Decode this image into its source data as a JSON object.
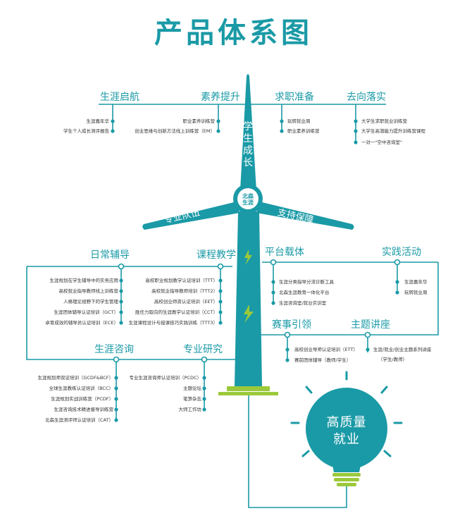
{
  "title": "产品体系图",
  "colors": {
    "teal": "#1a9aa6",
    "lime": "#9cc93b",
    "text": "#333333"
  },
  "icons": [
    "lightning-icon",
    "lightning-icon"
  ],
  "tower_text": [
    "学",
    "生",
    "成",
    "长"
  ],
  "hub_text": [
    "北森",
    "生涯"
  ],
  "blades": {
    "left": "专业队伍",
    "right": "支持保障"
  },
  "bulb": {
    "line1": "高质量",
    "line2": "就业"
  },
  "top": {
    "cat1": {
      "title": "生涯启航",
      "items": [
        "生涯嘉年华",
        "学生个人成长测评报告"
      ]
    },
    "cat2": {
      "title": "素养提升",
      "items": [
        "职业素养训练营",
        "创业思维与创新方法线上训练营（EM）"
      ]
    },
    "cat3": {
      "title": "求职准备",
      "items": [
        "玩转就业周",
        "职业素养训练营"
      ]
    },
    "cat4": {
      "title": "去向落实",
      "items": [
        "大学生求职就业训练营",
        "大学生高潜能力提升训练营课程",
        "一对一\"空中咨询室\""
      ]
    }
  },
  "left": {
    "daily": {
      "title": "日常辅导",
      "items": [
        "生涯规划在学生辅导中的实务应用",
        "高校就业指导教师线上训练营",
        "人格理论视野下的学生管理",
        "生涯团体辅导认证培训（GCT）",
        "卓育成效的辅导员认证培训（ECE）"
      ]
    },
    "course": {
      "title": "课程教学",
      "items": [
        "高校职业规划教学认证培训（TTT）",
        "高校就业指导教师培训（TTT2）",
        "高校创业师资认证培训（EET）",
        "胜任力取向的生涯教学认证培训（CCT）",
        "生涯课程设计与授课技巧实践训练（TTT3）"
      ]
    },
    "consult": {
      "title": "生涯咨询",
      "items": [
        "生涯规划师双证培训（GCDF&BCF）",
        "全球生涯教练认证培训（BCC）",
        "生涯规划实战训练营（PCDF）",
        "生涯咨询技术精进督导训练营",
        "北森生涯测评师认证培训（CAT）"
      ]
    },
    "research": {
      "title": "专业研究",
      "items": [
        "专业生涯咨询师认证培训（PCDC）",
        "主题论坛",
        "笔笋杂志",
        "大师工作坊"
      ]
    }
  },
  "right": {
    "platform": {
      "title": "平台载体",
      "items": [
        "生涯分类指导分流诊断工具",
        "北森生涯教育一体化平台",
        "生涯咨询室/就业实训室"
      ]
    },
    "practice": {
      "title": "实践活动",
      "items": [
        "生涯嘉年华",
        "玩转就业周"
      ]
    },
    "lead": {
      "title": "赛事引领",
      "items": [
        "高校创业导师认证培训（ETT）",
        "赛前团体辅导（教师/学生）"
      ]
    },
    "lecture": {
      "title": "主题讲座",
      "items": [
        "生涯/就业/创业主题系列讲座",
        "（学生/教师）"
      ]
    }
  }
}
